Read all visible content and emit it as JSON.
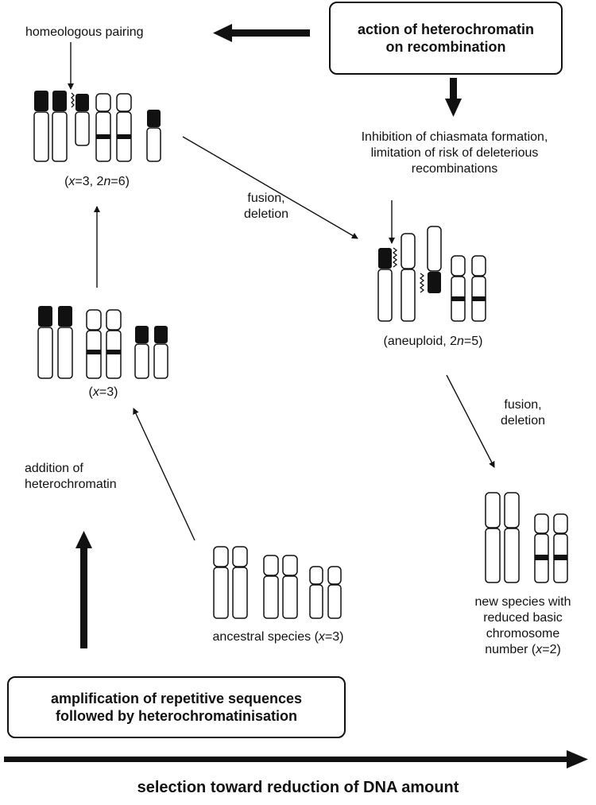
{
  "boxes": {
    "top": {
      "line1": "action of heterochromatin",
      "line2": "on recombination"
    },
    "bottom": {
      "line1": "amplification of repetitive sequences",
      "line2": "followed by heterochromatinisation"
    }
  },
  "labels": {
    "homeologous": "homeologous pairing",
    "karyo1": {
      "prefix": "(",
      "x": "x",
      "mid": "=3, 2",
      "n": "n",
      "suffix": "=6)"
    },
    "fusion1": {
      "line1": "fusion,",
      "line2": "deletion"
    },
    "inhibition": {
      "line1": "Inhibition  of chiasmata formation,",
      "line2": "limitation of risk of deleterious",
      "line3": "recombinations"
    },
    "aneuploid": {
      "prefix": "(aneuploid,  2",
      "n": "n",
      "suffix": "=5)"
    },
    "karyo2": {
      "prefix": "(",
      "x": "x",
      "suffix": "=3)"
    },
    "fusion2": {
      "line1": "fusion,",
      "line2": "deletion"
    },
    "addition": {
      "line1": "addition of",
      "line2": "heterochromatin"
    },
    "ancestral": {
      "prefix": "ancestral species (",
      "x": "x",
      "suffix": "=3)"
    },
    "newspecies": {
      "line1": "new species with",
      "line2": "reduced basic",
      "line3": "chromosome",
      "line4_prefix": "number (",
      "x": "x",
      "line4_suffix": "=2)"
    }
  },
  "footer": "selection toward reduction of DNA amount",
  "colors": {
    "ink": "#111111",
    "heterochromatin": "#111111",
    "background": "#ffffff"
  }
}
